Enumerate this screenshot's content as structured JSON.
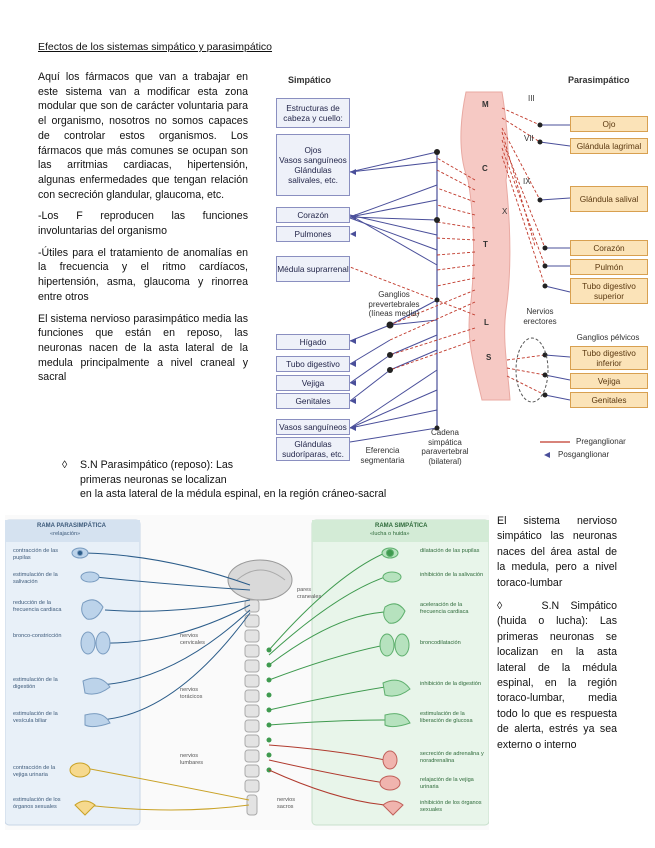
{
  "doc": {
    "title": "Efectos de los sistemas simpático y parasimpático",
    "intro": "Aquí los fármacos que van a trabajar en este sistema van a modificar esta zona modular que son de carácter voluntaria para el organismo, nosotros no somos capaces de controlar estos organismos. Los fármacos que más comunes se ocupan son las arritmias cardiacas, hipertensión, algunas enfermedades que tengan relación con secreción glandular, glaucoma, etc.",
    "point1": "-Los F reproducen las funciones involuntarias del organismo",
    "point2": "-Útiles para el tratamiento de anomalías en la frecuencia y el ritmo cardíacos, hipertensión, asma, glaucoma y rinorrea entre otros",
    "para_symp": "El sistema nervioso parasimpático media las funciones que están en reposo, las neuronas nacen de la asta lateral de la medula principalmente a nivel craneal y sacral",
    "bullet_symbol": "◊",
    "bullet_para_1": "S.N Parasimpático (reposo): Las primeras neuronas se localizan",
    "bullet_para_2": "en la asta lateral de la médula espinal, en la región cráneo-sacral",
    "right_p1": "El sistema nervioso simpático las neuronas naces del área astal de la medula, pero a nivel toraco-lumbar",
    "right_bullet_symbol": "◊",
    "right_p2_head": "S.N Simpático",
    "right_p2": "(huida o lucha): Las primeras neuronas se localizan en la asta lateral de la médula espinal, en la región toraco-lumbar, media todo lo que es respuesta de alerta, estrés ya sea externo o interno"
  },
  "fig1": {
    "header_symp": "Simpático",
    "header_para": "Parasimpático",
    "symp_boxes": [
      "Estructuras de cabeza y cuello:",
      "Ojos\nVasos sanguíneos\nGlándulas salivales, etc.",
      "Corazón",
      "Pulmones",
      "Médula suprarrenal",
      "Hígado",
      "Tubo digestivo",
      "Vejiga",
      "Genitales",
      "Vasos sanguíneos",
      "Glándulas sudoríparas, etc."
    ],
    "para_boxes": [
      "Ojo",
      "Glándula lagrimal",
      "Glándula salival",
      "Corazón",
      "Pulmón",
      "Tubo digestivo superior",
      "Tubo digestivo inferior",
      "Vejiga",
      "Genitales"
    ],
    "cord_letters": [
      "M",
      "C",
      "T",
      "L",
      "S"
    ],
    "nerve_numbers": [
      "III",
      "VII",
      "IX",
      "X"
    ],
    "label_ganglios_prevert": "Ganglios prevertebrales (líneas media)",
    "label_nervios_pelvicos": "Nervios erectores",
    "label_ganglios_pelvicos": "Ganglios pélvicos",
    "label_eferencia": "Eferencia segmentaria",
    "label_cadena": "Cadena simpática paravertebral (bilateral)",
    "legend_pre": "Preganglionar",
    "legend_post": "Posganglionar",
    "colors": {
      "symp": "#4a4f9a",
      "para": "#c0392b",
      "para_box": "#fbe3b8",
      "cord": "#f6c9c4"
    }
  },
  "fig2": {
    "panel_left_title": "RAMA PARASIMPÁTICA",
    "panel_left_sub": "«relajación»",
    "panel_right_title": "RAMA SIMPÁTICA",
    "panel_right_sub": "«lucha o huida»",
    "left_labels": [
      "contracción de las pupilas",
      "estimulación de la salivación",
      "reducción de la frecuencia cardiaca",
      "bronco-constricción",
      "estimulación de la digestión",
      "estimulación de la vesícula biliar",
      "contracción de la vejiga urinaria",
      "estimulación de los órganos sexuales"
    ],
    "right_labels": [
      "dilatación de las pupilas",
      "inhibición de la salivación",
      "aceleración de la frecuencia cardiaca",
      "broncodilatación",
      "inhibición de la digestión",
      "estimulación de la liberación de glucosa",
      "secreción de adrenalina y noradrenalina",
      "relajación de la vejiga urinaria",
      "inhibición de los órganos sexuales"
    ],
    "center_labels": [
      "pares craneales",
      "nervios cervicales",
      "nervios torácicos",
      "nervios lumbares",
      "nervios sacros"
    ]
  }
}
